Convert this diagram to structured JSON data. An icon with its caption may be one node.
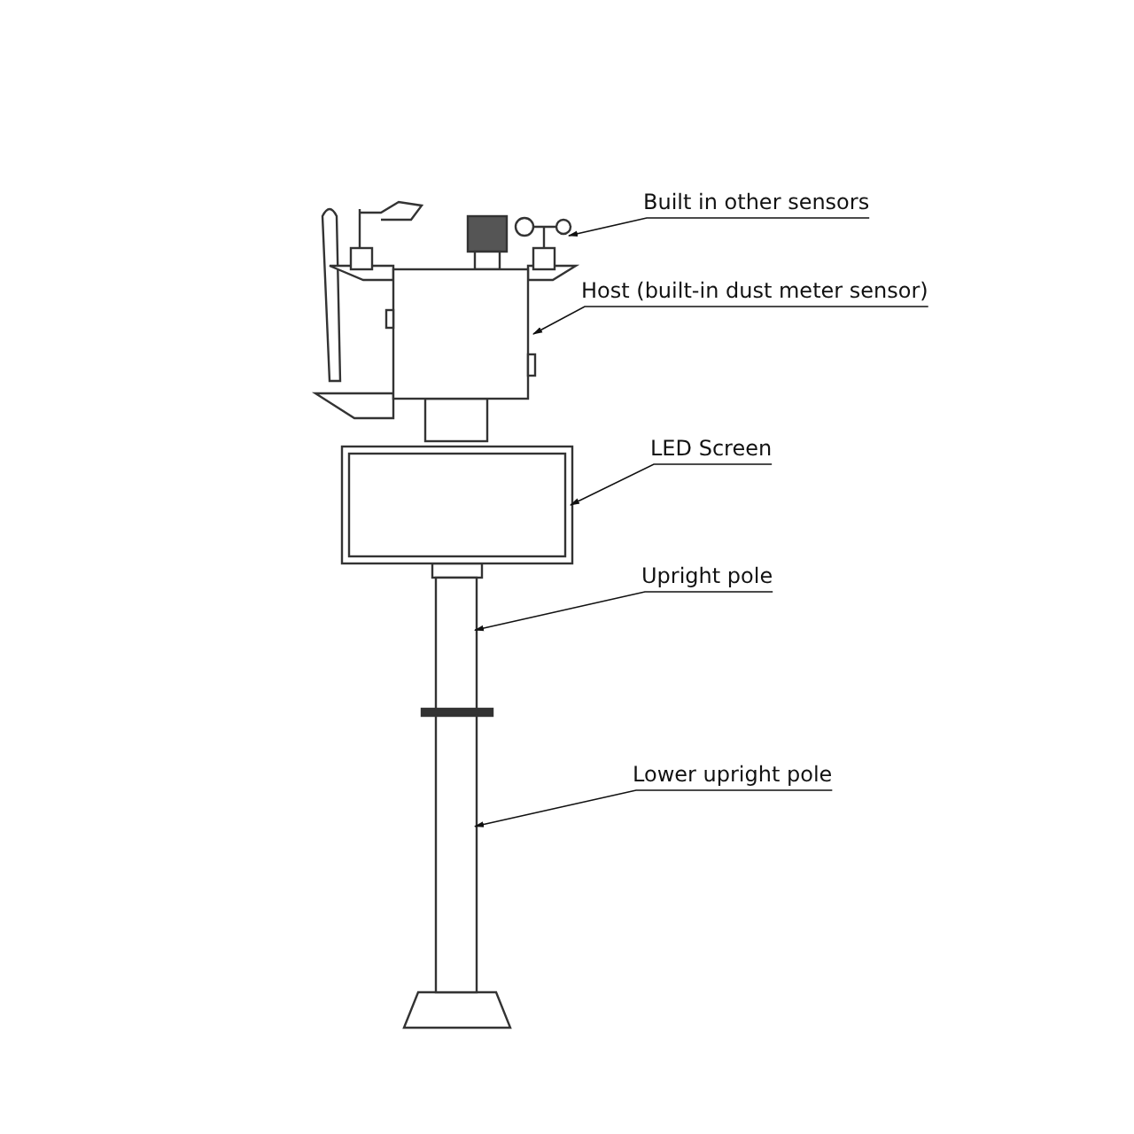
{
  "diagram": {
    "nodes": [
      {
        "text": [
          "Built in other sensors"
        ]
      },
      {
        "text": [
          "Host (built-in dust meter sensor)"
        ]
      },
      {
        "text": [
          "LED Screen"
        ]
      },
      {
        "text": [
          "Upright pole"
        ]
      },
      {
        "text": [
          "Lower upright pole"
        ]
      },
      {
        "text": [],
        "shape": "picture"
      },
      {
        "text": [],
        "shape": "box"
      },
      {
        "text": [],
        "shape": "box"
      },
      {
        "text": [],
        "shape": "bar"
      },
      {
        "text": [],
        "shape": "bar"
      }
    ],
    "edges": [
      {
        "from": 0,
        "to": 5,
        "arrow": "to"
      },
      {
        "from": 1,
        "to": 6,
        "arrow": "to"
      },
      {
        "from": 2,
        "to": 7,
        "arrow": "to"
      },
      {
        "from": 3,
        "to": 8,
        "arrow": "to"
      },
      {
        "from": 4,
        "to": 9,
        "arrow": "to"
      }
    ]
  }
}
